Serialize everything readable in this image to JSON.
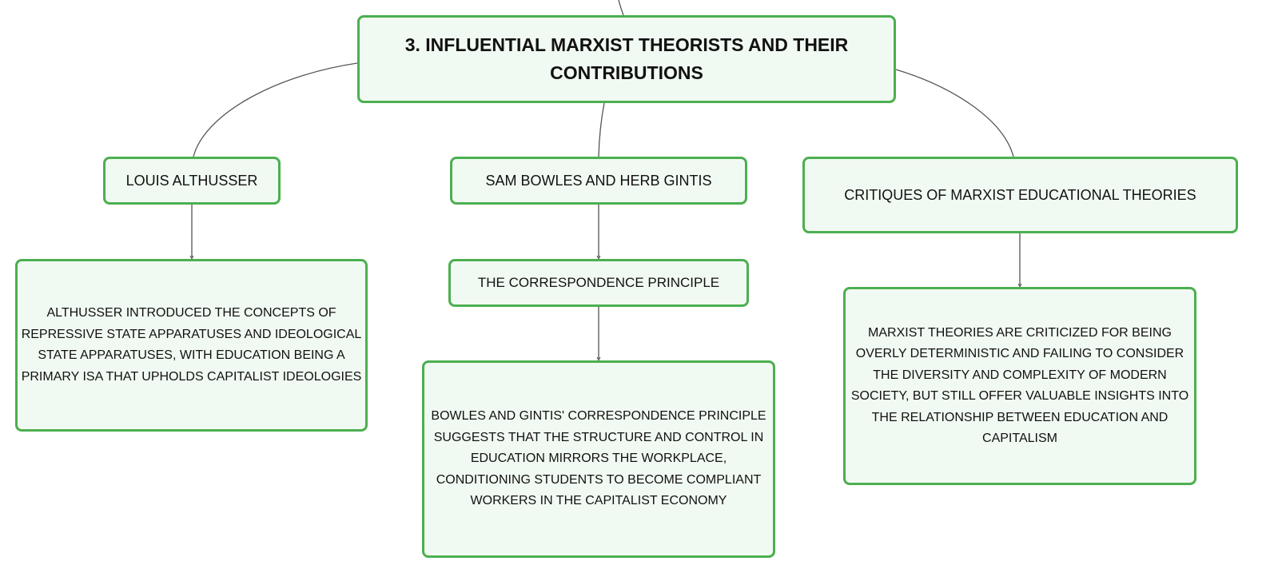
{
  "mindmap": {
    "root": {
      "label": "3. INFLUENTIAL MARXIST THEORISTS AND THEIR CONTRIBUTIONS"
    },
    "branches": [
      {
        "label": "LOUIS ALTHUSSER",
        "children": [
          {
            "label": "ALTHUSSER INTRODUCED THE CONCEPTS OF REPRESSIVE STATE APPARATUSES AND IDEOLOGICAL STATE APPARATUSES, WITH EDUCATION BEING A PRIMARY ISA THAT UPHOLDS CAPITALIST IDEOLOGIES"
          }
        ]
      },
      {
        "label": "SAM BOWLES AND HERB GINTIS",
        "children": [
          {
            "label": "THE CORRESPONDENCE PRINCIPLE",
            "children": [
              {
                "label": "BOWLES AND GINTIS' CORRESPONDENCE PRINCIPLE SUGGESTS THAT THE STRUCTURE AND CONTROL IN EDUCATION MIRRORS THE WORKPLACE, CONDITIONING STUDENTS TO BECOME COMPLIANT WORKERS IN THE CAPITALIST ECONOMY"
              }
            ]
          }
        ]
      },
      {
        "label": "CRITIQUES OF MARXIST EDUCATIONAL THEORIES",
        "children": [
          {
            "label": "MARXIST THEORIES ARE CRITICIZED FOR BEING OVERLY DETERMINISTIC AND FAILING TO CONSIDER THE DIVERSITY AND COMPLEXITY OF MODERN SOCIETY, BUT STILL OFFER VALUABLE INSIGHTS INTO THE RELATIONSHIP BETWEEN EDUCATION AND CAPITALISM"
          }
        ]
      }
    ]
  },
  "colors": {
    "node_border": "#4caf50",
    "node_fill": "#f1faf2",
    "connector": "#555555",
    "text": "#111111"
  }
}
